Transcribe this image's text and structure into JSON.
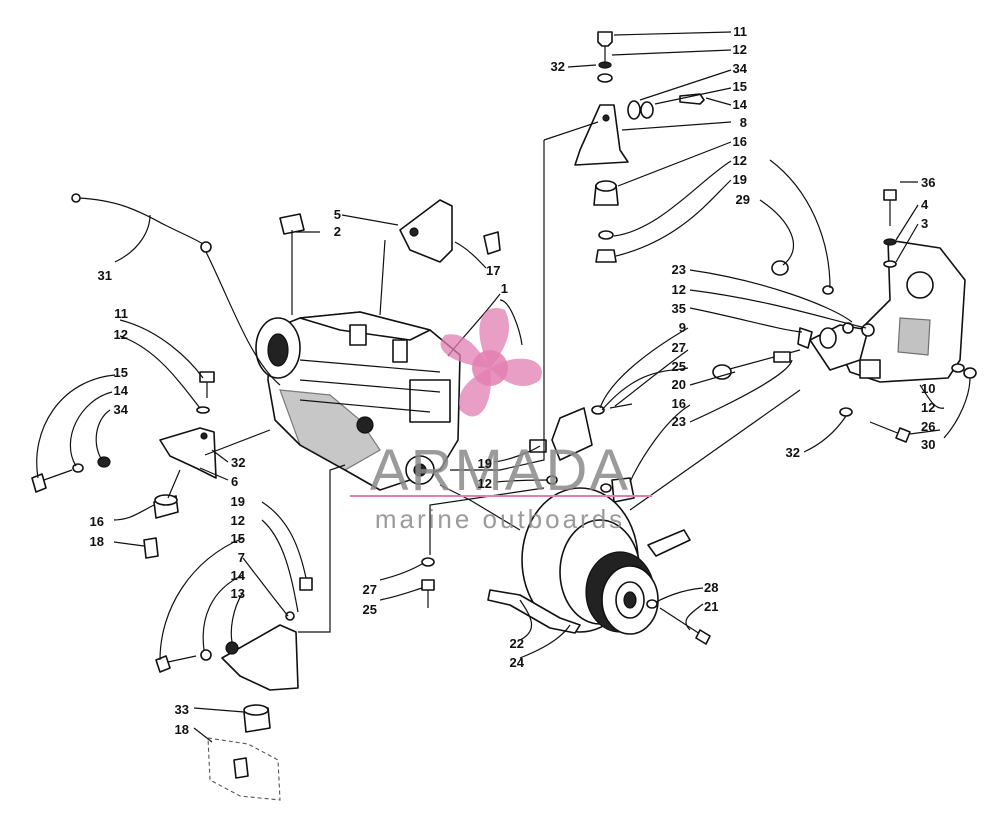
{
  "labels": [
    {
      "id": "11a",
      "text": "11"
    },
    {
      "id": "12a",
      "text": "12"
    },
    {
      "id": "32a",
      "text": "32"
    },
    {
      "id": "34a",
      "text": "34"
    },
    {
      "id": "15a",
      "text": "15"
    },
    {
      "id": "14a",
      "text": "14"
    },
    {
      "id": "8a",
      "text": "8"
    },
    {
      "id": "16a",
      "text": "16"
    },
    {
      "id": "12b",
      "text": "12"
    },
    {
      "id": "19a",
      "text": "19"
    },
    {
      "id": "29a",
      "text": "29"
    },
    {
      "id": "36a",
      "text": "36"
    },
    {
      "id": "4a",
      "text": "4"
    },
    {
      "id": "3a",
      "text": "3"
    },
    {
      "id": "5a",
      "text": "5"
    },
    {
      "id": "2a",
      "text": "2"
    },
    {
      "id": "17a",
      "text": "17"
    },
    {
      "id": "31a",
      "text": "31"
    },
    {
      "id": "1a",
      "text": "1"
    },
    {
      "id": "23a",
      "text": "23"
    },
    {
      "id": "12c",
      "text": "12"
    },
    {
      "id": "35a",
      "text": "35"
    },
    {
      "id": "9a",
      "text": "9"
    },
    {
      "id": "27a",
      "text": "27"
    },
    {
      "id": "25a",
      "text": "25"
    },
    {
      "id": "20a",
      "text": "20"
    },
    {
      "id": "16b",
      "text": "16"
    },
    {
      "id": "23b",
      "text": "23"
    },
    {
      "id": "10a",
      "text": "10"
    },
    {
      "id": "12d",
      "text": "12"
    },
    {
      "id": "26a",
      "text": "26"
    },
    {
      "id": "30a",
      "text": "30"
    },
    {
      "id": "32b",
      "text": "32"
    },
    {
      "id": "11b",
      "text": "11"
    },
    {
      "id": "12e",
      "text": "12"
    },
    {
      "id": "15b",
      "text": "15"
    },
    {
      "id": "14b",
      "text": "14"
    },
    {
      "id": "34b",
      "text": "34"
    },
    {
      "id": "32c",
      "text": "32"
    },
    {
      "id": "6a",
      "text": "6"
    },
    {
      "id": "16c",
      "text": "16"
    },
    {
      "id": "18a",
      "text": "18"
    },
    {
      "id": "19b",
      "text": "19"
    },
    {
      "id": "12f",
      "text": "12"
    },
    {
      "id": "15c",
      "text": "15"
    },
    {
      "id": "7a",
      "text": "7"
    },
    {
      "id": "14c",
      "text": "14"
    },
    {
      "id": "13a",
      "text": "13"
    },
    {
      "id": "19c",
      "text": "19"
    },
    {
      "id": "12g",
      "text": "12"
    },
    {
      "id": "27b",
      "text": "27"
    },
    {
      "id": "25b",
      "text": "25"
    },
    {
      "id": "28a",
      "text": "28"
    },
    {
      "id": "21a",
      "text": "21"
    },
    {
      "id": "22a",
      "text": "22"
    },
    {
      "id": "24a",
      "text": "24"
    },
    {
      "id": "33a",
      "text": "33"
    },
    {
      "id": "18b",
      "text": "18"
    }
  ],
  "watermark": {
    "title": "ARMADA",
    "subtitle": "marine outboards",
    "logo_color": "#e27fb2",
    "line_color": "#e27fb2"
  }
}
